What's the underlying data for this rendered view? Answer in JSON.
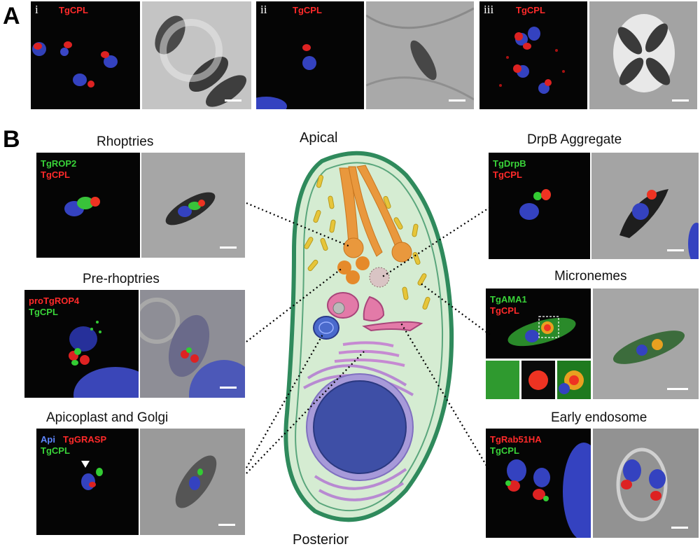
{
  "panels": {
    "A": {
      "letter": "A",
      "subpanels": [
        {
          "numeral": "i",
          "marker": "TgCPL"
        },
        {
          "numeral": "ii",
          "marker": "TgCPL"
        },
        {
          "numeral": "iii",
          "marker": "TgCPL"
        }
      ]
    },
    "B": {
      "letter": "B",
      "rhoptries": {
        "title": "Rhoptries",
        "m1": "TgROP2",
        "m2": "TgCPL"
      },
      "prerhoptries": {
        "title": "Pre-rhoptries",
        "m1": "proTgROP4",
        "m2": "TgCPL"
      },
      "apicoplast": {
        "title": "Apicoplast and Golgi",
        "m1": "Api",
        "m2": "TgGRASP",
        "m3": "TgCPL"
      },
      "drpb": {
        "title": "DrpB Aggregate",
        "m1": "TgDrpB",
        "m2": "TgCPL"
      },
      "micronemes": {
        "title": "Micronemes",
        "m1": "TgAMA1",
        "m2": "TgCPL"
      },
      "endosome": {
        "title": "Early endosome",
        "m1": "TgRab51HA",
        "m2": "TgCPL"
      },
      "diagram": {
        "apical": "Apical",
        "posterior": "Posterior"
      }
    }
  },
  "colors": {
    "red": "#ff2a2a",
    "green": "#39d339",
    "blue": "#3a52c8",
    "membrane": "#2f8a5c",
    "cytoplasm": "#d5ecd2"
  }
}
